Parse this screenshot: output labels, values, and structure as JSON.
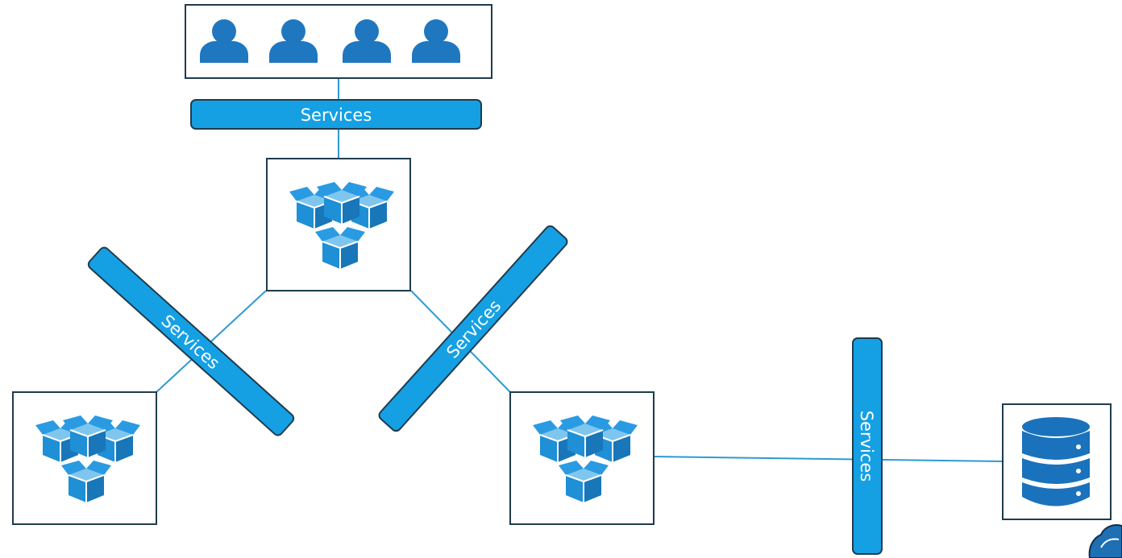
{
  "colors": {
    "box_border": "#1f3b4d",
    "service_fill": "#15a0e4",
    "service_border": "#1f3b4d",
    "connector": "#2e9ad2",
    "user_icon": "#1f77c0",
    "package_icon": "#1f8fd6",
    "database_icon": "#1a72bc"
  },
  "diagram": {
    "users": {
      "icons": [
        "user-icon",
        "user-icon",
        "user-icon",
        "user-icon"
      ]
    },
    "services": [
      {
        "id": "services-top",
        "label": "Services"
      },
      {
        "id": "services-left",
        "label": "Services"
      },
      {
        "id": "services-middle",
        "label": "Services"
      },
      {
        "id": "services-right",
        "label": "Services"
      }
    ],
    "nodes": [
      {
        "id": "node-top",
        "icon": "packages-icon"
      },
      {
        "id": "node-left",
        "icon": "packages-icon"
      },
      {
        "id": "node-right",
        "icon": "packages-icon"
      },
      {
        "id": "database",
        "icon": "database-icon"
      }
    ],
    "corner_logo": "cloud-logo-icon"
  }
}
